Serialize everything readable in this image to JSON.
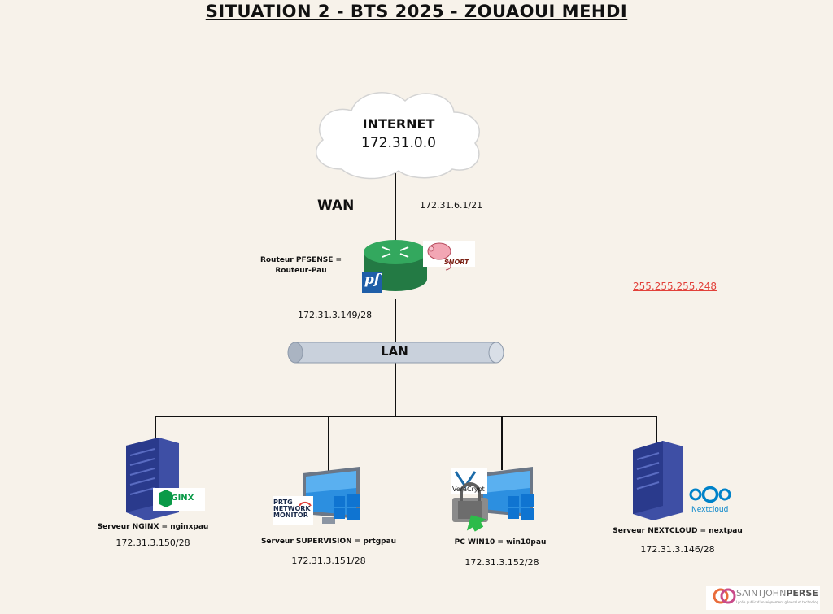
{
  "title": "SITUATION 2 - BTS 2025 - ZOUAOUI MEHDI ",
  "internet": {
    "name": "INTERNET",
    "network": "172.31.0.0"
  },
  "wan": {
    "label": "WAN",
    "ip": "172.31.6.1/21"
  },
  "router": {
    "label_line1": "Routeur PFSENSE =",
    "label_line2": "Routeur-Pau",
    "badge_pf": "pf",
    "badge_snort": "SNORT"
  },
  "lan": {
    "label": "LAN",
    "gateway_ip": "172.31.3.149/28"
  },
  "subnet_mask": "255.255.255.248",
  "servers": [
    {
      "label": "Serveur NGINX = nginxpau",
      "ip": "172.31.3.150/28",
      "logo": "NGINX"
    },
    {
      "label": "Serveur SUPERVISION = prtgpau",
      "ip": "172.31.3.151/28",
      "logo_line1": "PRTG",
      "logo_line2": "NETWORK",
      "logo_line3": "MONITOR"
    },
    {
      "label": "PC WIN10 = win10pau",
      "ip": "172.31.3.152/28",
      "logo": "VeraCrypt"
    },
    {
      "label": "Serveur NEXTCLOUD = nextpau",
      "ip": "172.31.3.146/28",
      "logo": "Nextcloud"
    }
  ],
  "footer_logo": {
    "name_light": "SAINTJOHN",
    "name_bold": "PERSE",
    "tagline": "Lycée public d'enseignement général et technologique"
  },
  "colors": {
    "cable": "#111111",
    "router": "#2f9d58",
    "server": "#2a3a8c",
    "lan_tube": "#c9d1dc",
    "mask": "#e2413a",
    "background": "#f7f2ea"
  }
}
